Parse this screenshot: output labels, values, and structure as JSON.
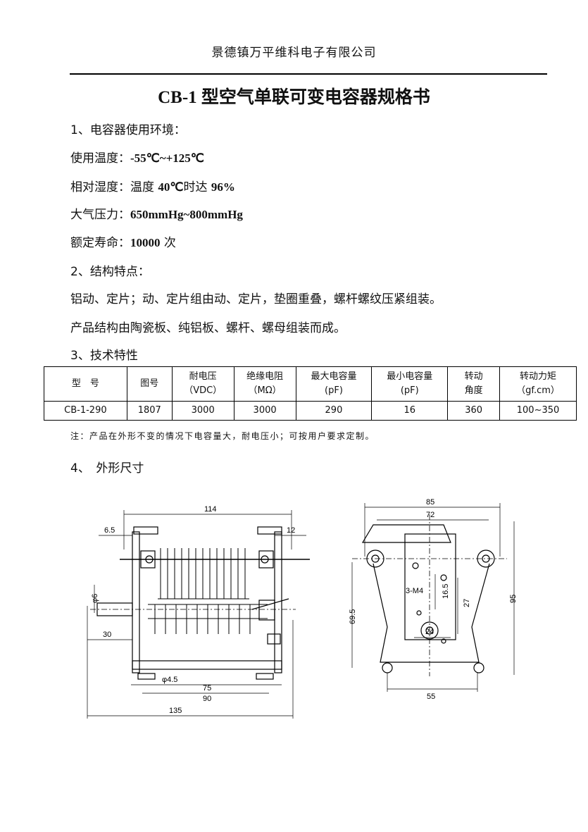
{
  "header": {
    "company": "景德镇万平维科电子有限公司",
    "title": "CB-1 型空气单联可变电容器规格书"
  },
  "section1": {
    "heading": "1、电容器使用环境：",
    "temp_label": "使用温度：",
    "temp_value": "-55℃~+125℃",
    "humidity_label": "相对湿度：温度",
    "humidity_temp": "40℃",
    "humidity_mid": "时达",
    "humidity_value": "96%",
    "pressure_label": "大气压力：",
    "pressure_value": "650mmHg~800mmHg",
    "life_label": "额定寿命：",
    "life_value": "10000",
    "life_unit": " 次"
  },
  "section2": {
    "heading": "2、结构特点：",
    "line1": "铝动、定片；动、定片组由动、定片，垫圈重叠，螺杆螺纹压紧组装。",
    "line2": "产品结构由陶瓷板、纯铝板、螺杆、螺母组装而成。"
  },
  "section3": {
    "heading": "3、技术特性",
    "columns": [
      {
        "l1": "型　号",
        "l2": ""
      },
      {
        "l1": "图号",
        "l2": ""
      },
      {
        "l1": "耐电压",
        "l2": "（VDC）"
      },
      {
        "l1": "绝缘电阻",
        "l2": "（MΩ）"
      },
      {
        "l1": "最大电容量",
        "l2": "(pF)"
      },
      {
        "l1": "最小电容量",
        "l2": "(pF)"
      },
      {
        "l1": "转动",
        "l2": "角度"
      },
      {
        "l1": "转动力矩",
        "l2": "（gf.cm）"
      }
    ],
    "row": [
      "CB-1-290",
      "1807",
      "3000",
      "3000",
      "290",
      "16",
      "360",
      "100~350"
    ],
    "note": "注：产品在外形不变的情况下电容量大，耐电压小；可按用户要求定制。"
  },
  "section4": {
    "heading": "4、　外形尺寸",
    "dims_left": {
      "d114": "114",
      "d65": "6.5",
      "d12": "12",
      "d6": "φ6",
      "d30": "30",
      "d45": "φ4.5",
      "d75": "75",
      "d90": "90",
      "d135": "135"
    },
    "dims_right": {
      "d85": "85",
      "d72": "72",
      "d95": "95",
      "d695": "69.5",
      "d165": "16.5",
      "d27": "27",
      "d24": "24",
      "d55": "55",
      "m4": "3-M4"
    }
  }
}
